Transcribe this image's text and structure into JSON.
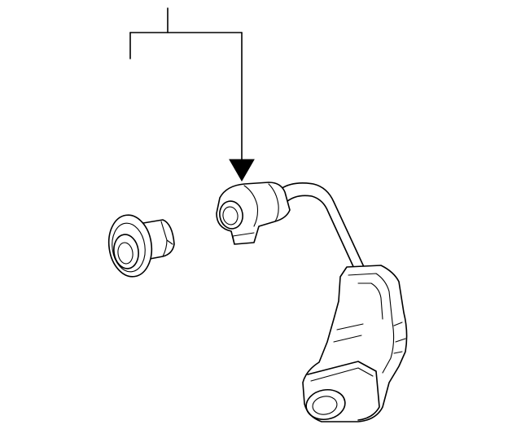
{
  "diagram": {
    "kind": "parts-exploded-view",
    "line_color": "#000000",
    "background_color": "#ffffff",
    "parts": [
      {
        "id": "grommet",
        "description_icon": "grommet-icon"
      },
      {
        "id": "connector-plug",
        "description_icon": "connector-icon"
      },
      {
        "id": "wire-harness",
        "description_icon": "cable-icon"
      },
      {
        "id": "camera-housing",
        "description_icon": "camera-icon"
      }
    ],
    "callout": {
      "label": "",
      "arrow": "down-arrow-icon"
    }
  }
}
